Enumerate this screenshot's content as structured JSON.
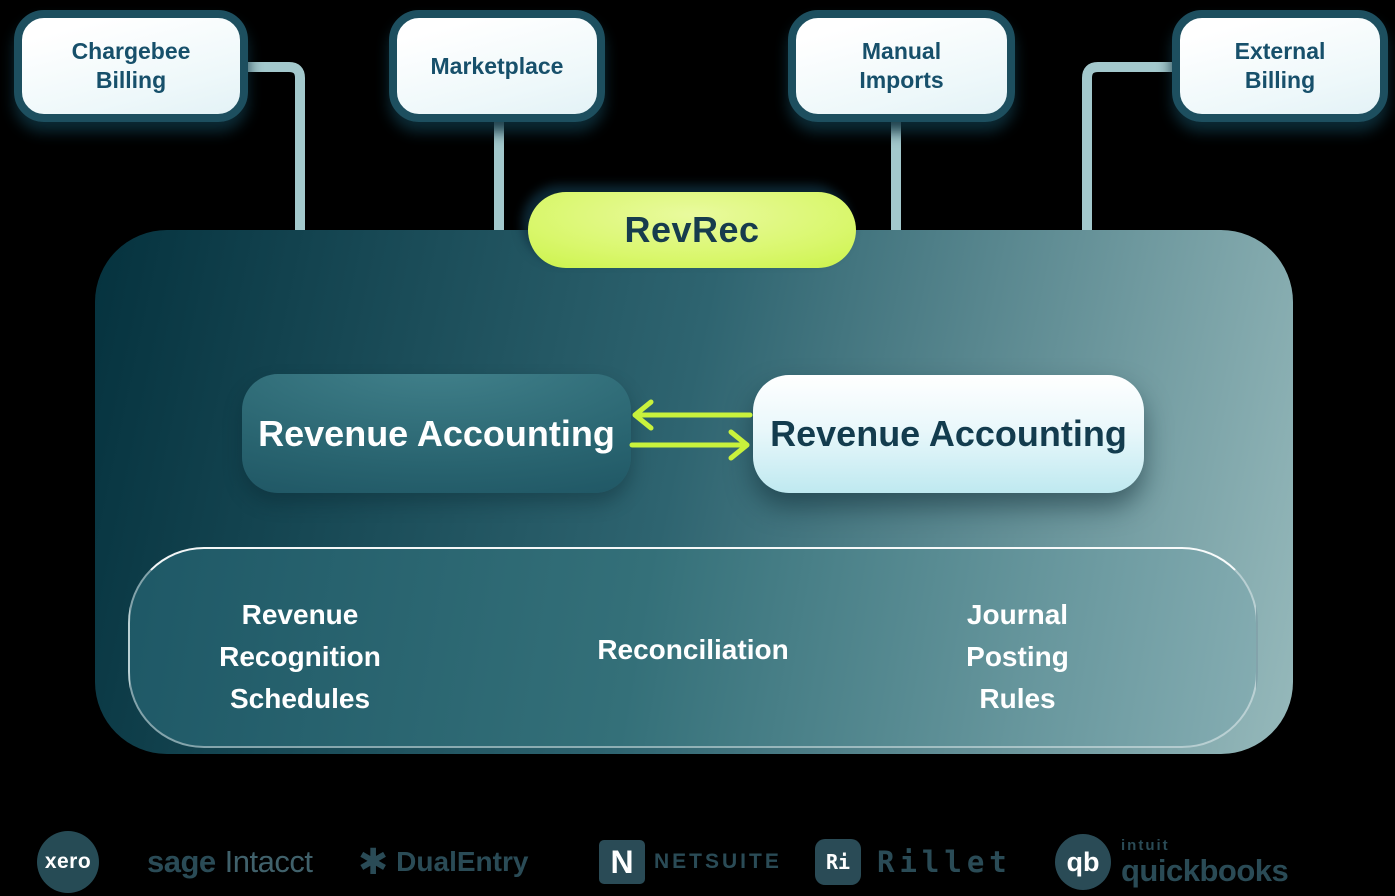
{
  "badge": {
    "label": "RevRec"
  },
  "sources": [
    {
      "label": "Chargebee Billing"
    },
    {
      "label": "Marketplace"
    },
    {
      "label": "Manual Imports"
    },
    {
      "label": "External Billing"
    }
  ],
  "engine": {
    "left_box": {
      "label": "Revenue Accounting"
    },
    "right_box": {
      "label": "Revenue Accounting"
    },
    "features": [
      {
        "label": "Revenue Recognition Schedules"
      },
      {
        "label": "Reconciliation"
      },
      {
        "label": "Journal Posting Rules"
      }
    ]
  },
  "integrations": {
    "xero": {
      "label": "xero"
    },
    "sage": {
      "brand": "sage",
      "product": "Intacct"
    },
    "dualentry": {
      "icon_glyph": "✱",
      "label": "DualEntry"
    },
    "netsuite": {
      "icon_glyph": "N",
      "label": "NETSUITE"
    },
    "rillet": {
      "icon_glyph": "Ri",
      "label": "Rillet"
    },
    "quickbooks": {
      "icon_glyph": "qb",
      "parent": "intuit",
      "label": "quickbooks"
    }
  },
  "colors": {
    "background": "#000000",
    "accent_green": "#C9F23C",
    "pill_green": "#C6F235",
    "container_dark_teal": "#05323E",
    "container_light_teal": "#96B9BB",
    "connector_line": "#A3C8CC",
    "source_box_ring": "#1D4F5F",
    "dark_text": "#173C4D",
    "logo_color": "#2A4B56",
    "white": "#FFFFFF"
  }
}
